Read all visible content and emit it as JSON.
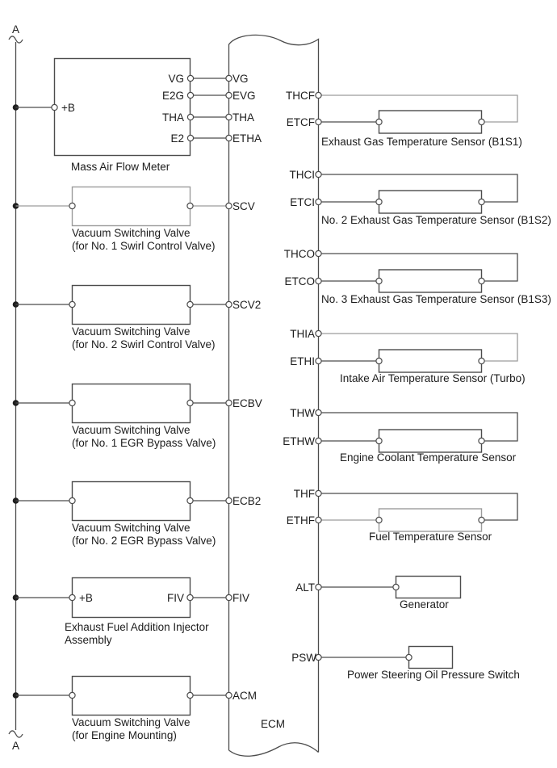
{
  "connectors": {
    "top_label": "A",
    "bottom_label": "A"
  },
  "ecm": {
    "label": "ECM",
    "pins_left": [
      "VG",
      "EVG",
      "THA",
      "ETHA",
      "SCV",
      "SCV2",
      "ECBV",
      "ECB2",
      "FIV",
      "ACM"
    ],
    "pins_right": [
      "THCF",
      "ETCF",
      "THCI",
      "ETCI",
      "THCO",
      "ETCO",
      "THIA",
      "ETHI",
      "THW",
      "ETHW",
      "THF",
      "ETHF",
      "ALT",
      "PSW"
    ]
  },
  "maf": {
    "label": "Mass Air Flow Meter",
    "pin_power": "+B",
    "pins": [
      "VG",
      "E2G",
      "THA",
      "E2"
    ]
  },
  "left_components": [
    {
      "caption_line1": "Vacuum Switching Valve",
      "caption_line2": "(for No. 1 Swirl Control Valve)"
    },
    {
      "caption_line1": "Vacuum Switching Valve",
      "caption_line2": "(for No. 2 Swirl Control Valve)"
    },
    {
      "caption_line1": "Vacuum Switching Valve",
      "caption_line2": "(for No. 1 EGR Bypass Valve)"
    },
    {
      "caption_line1": "Vacuum Switching Valve",
      "caption_line2": "(for No. 2 EGR Bypass Valve)"
    },
    {
      "caption_line1": "Exhaust Fuel Addition Injector",
      "caption_line2": "Assembly",
      "pin_left": "+B",
      "pin_right": "FIV"
    },
    {
      "caption_line1": "Vacuum Switching Valve",
      "caption_line2": "(for Engine Mounting)"
    }
  ],
  "right_components": [
    {
      "label": "Exhaust Gas Temperature Sensor (B1S1)"
    },
    {
      "label": "No. 2 Exhaust Gas Temperature Sensor (B1S2)"
    },
    {
      "label": "No. 3 Exhaust Gas Temperature Sensor (B1S3)"
    },
    {
      "label": "Intake Air Temperature Sensor (Turbo)"
    },
    {
      "label": "Engine Coolant Temperature Sensor"
    },
    {
      "label": "Fuel Temperature Sensor"
    },
    {
      "label": "Generator"
    },
    {
      "label": "Power Steering Oil Pressure Switch"
    }
  ],
  "colors": {
    "line": "#4c4c4c",
    "line_light": "#9c9c9c",
    "text": "#1c1c1c",
    "background": "#ffffff"
  }
}
